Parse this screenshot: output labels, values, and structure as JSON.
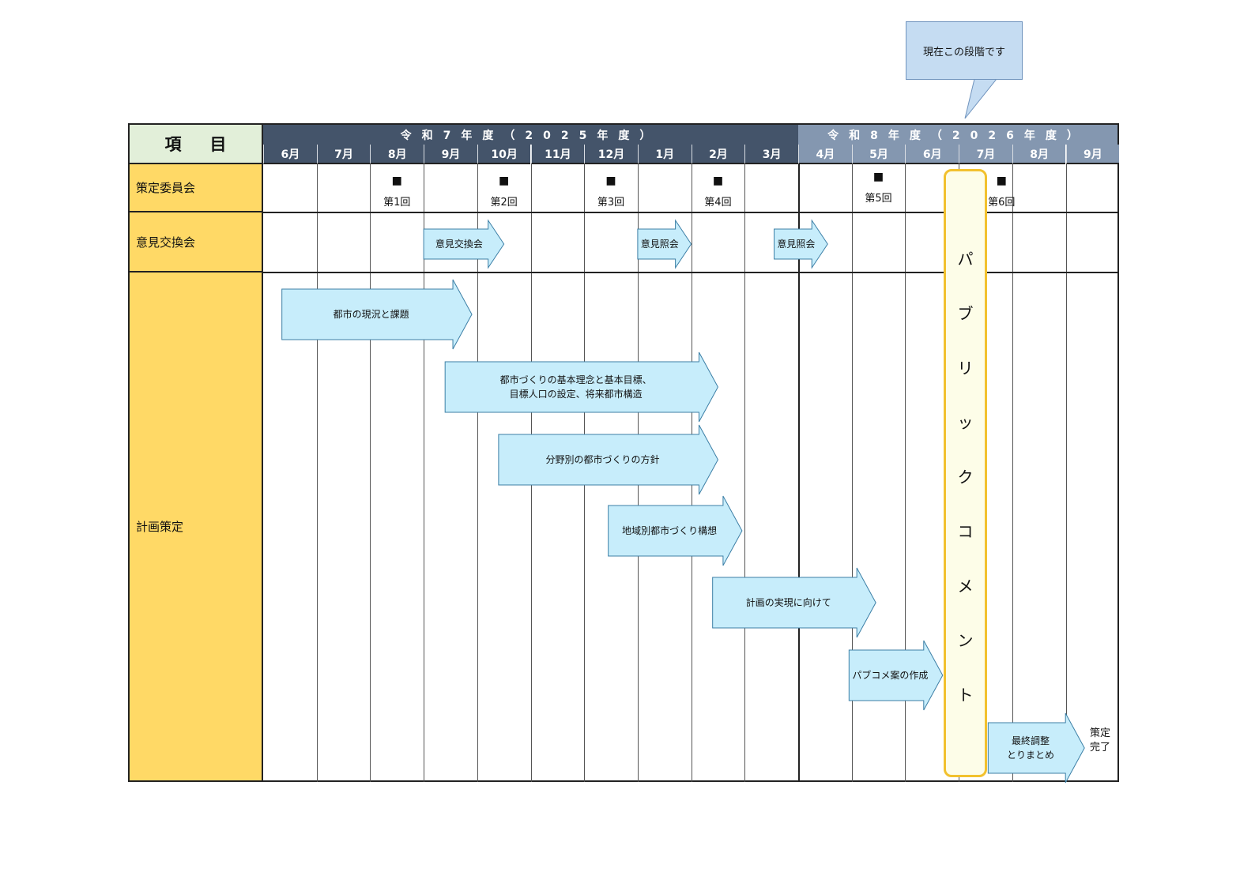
{
  "callout": {
    "text": "現在この段階です"
  },
  "header": {
    "item_label": "項目",
    "fiscal_year_7": "令和7年度（2025年度）",
    "fiscal_year_8": "令和8年度（2026年度）",
    "months": [
      "6月",
      "7月",
      "8月",
      "9月",
      "10月",
      "11月",
      "12月",
      "1月",
      "2月",
      "3月",
      "4月",
      "5月",
      "6月",
      "7月",
      "8月",
      "9月"
    ]
  },
  "rows": {
    "committee": "策定委員会",
    "exchange": "意見交換会",
    "planning": "計画策定"
  },
  "committee_meetings": [
    {
      "month_index": 2,
      "label": "第1回"
    },
    {
      "month_index": 4,
      "label": "第2回"
    },
    {
      "month_index": 6,
      "label": "第3回"
    },
    {
      "month_index": 8,
      "label": "第4回"
    },
    {
      "month_index": 11,
      "label": "第5回"
    },
    {
      "month_index": 13.3,
      "label": "第6回"
    }
  ],
  "mark_symbol": "■",
  "exchange_items": [
    {
      "label": "意見交換会",
      "start": 3.0,
      "end": 4.5
    },
    {
      "label": "意見照会",
      "start": 7.0,
      "end": 8.0
    },
    {
      "label": "意見照会",
      "start": 9.55,
      "end": 10.55
    }
  ],
  "planning_items": [
    {
      "label": "都市の現況と課題",
      "start": 0.35,
      "end": 3.9
    },
    {
      "label": "都市づくりの基本理念と基本目標、\n目標人口の設定、将来都市構造",
      "start": 3.4,
      "end": 8.5
    },
    {
      "label": "分野別の都市づくりの方針",
      "start": 4.4,
      "end": 8.5
    },
    {
      "label": "地域別都市づくり構想",
      "start": 6.45,
      "end": 8.95
    },
    {
      "label": "計画の実現に向けて",
      "start": 8.4,
      "end": 11.45
    },
    {
      "label": "パブコメ案の作成",
      "start": 10.95,
      "end": 12.7
    },
    {
      "label": "最終調整\nとりまとめ",
      "start": 13.55,
      "end": 15.35
    }
  ],
  "public_comment": {
    "chars": [
      "パ",
      "ブ",
      "リ",
      "ッ",
      "ク",
      "コ",
      "メ",
      "ン",
      "ト"
    ]
  },
  "completion": {
    "line1": "策定",
    "line2": "完了"
  },
  "colors": {
    "fy7_bg": "#44546a",
    "fy8_bg": "#8497b0",
    "row_label_bg": "#ffd966",
    "item_header_bg": "#e2efd9",
    "arrow_fill": "#c7edfb",
    "arrow_stroke": "#3c7fa6",
    "public_comment_border": "#f2c12e",
    "callout_bg": "#c5dcf2"
  }
}
